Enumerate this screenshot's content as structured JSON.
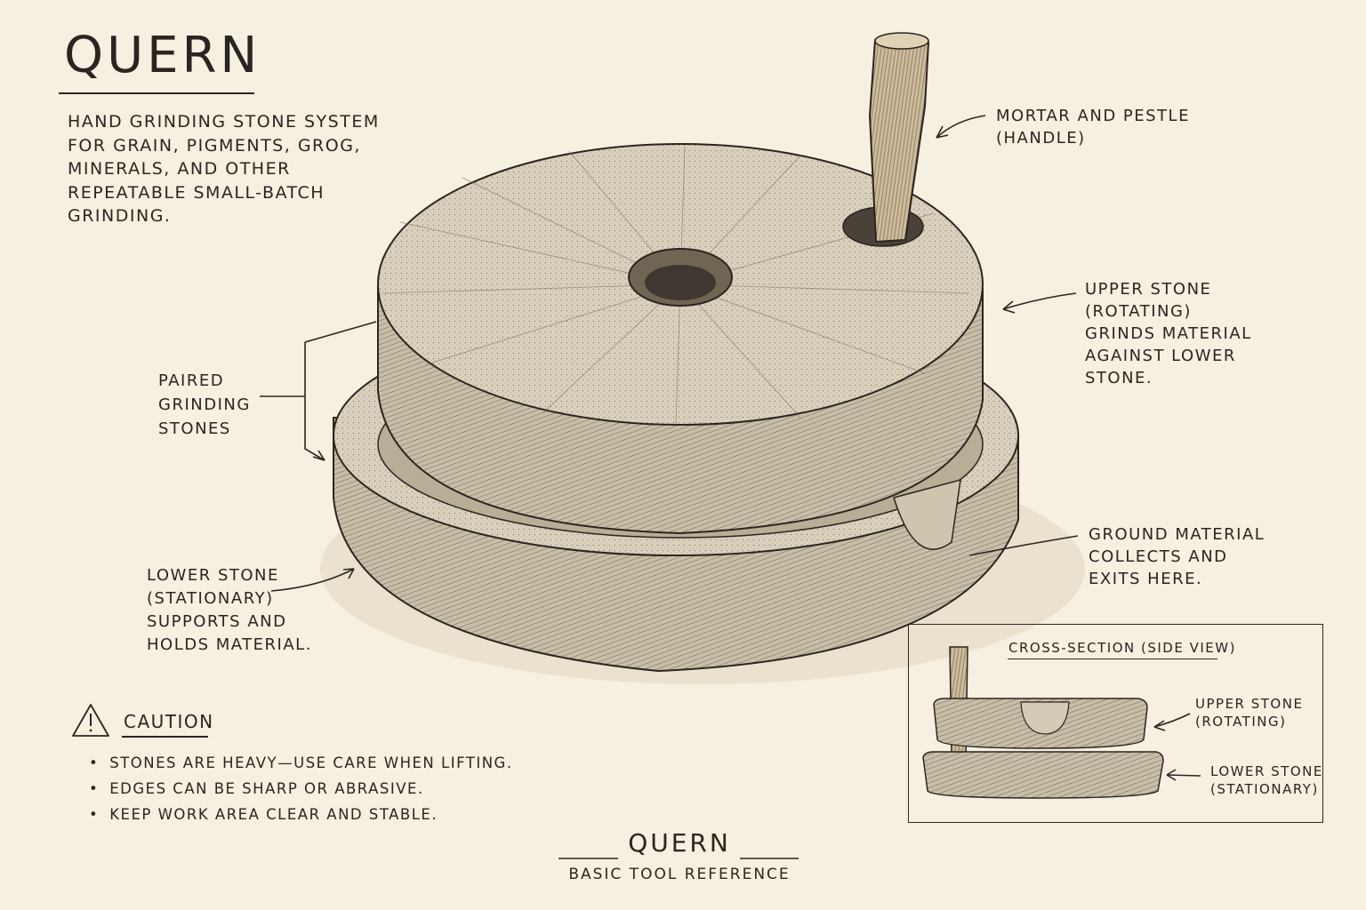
{
  "title": "QUERN",
  "intro_lines": [
    "HAND GRINDING STONE SYSTEM",
    "FOR GRAIN, PIGMENTS, GROG,",
    "MINERALS, AND OTHER",
    "REPEATABLE SMALL-BATCH",
    "GRINDING."
  ],
  "labels": {
    "handle": [
      "MORTAR AND PESTLE",
      "(HANDLE)"
    ],
    "upper_stone": [
      "UPPER STONE",
      "(ROTATING)",
      "GRINDS MATERIAL",
      "AGAINST LOWER",
      "STONE."
    ],
    "paired": [
      "PAIRED",
      "GRINDING",
      "STONES"
    ],
    "ground_material": [
      "GROUND MATERIAL",
      "COLLECTS AND",
      "EXITS HERE."
    ],
    "lower_stone": [
      "LOWER STONE",
      "(STATIONARY)",
      "SUPPORTS AND",
      "HOLDS MATERIAL."
    ]
  },
  "caution": {
    "title": "CAUTION",
    "items": [
      "STONES ARE HEAVY—USE CARE WHEN LIFTING.",
      "EDGES CAN BE SHARP OR ABRASIVE.",
      "KEEP WORK AREA CLEAR AND STABLE."
    ]
  },
  "inset": {
    "title": "CROSS-SECTION (SIDE VIEW)",
    "upper_label": [
      "UPPER STONE",
      "(ROTATING)"
    ],
    "lower_label": [
      "LOWER STONE",
      "(STATIONARY)"
    ]
  },
  "footer": {
    "title": "QUERN",
    "subtitle": "BASIC TOOL REFERENCE"
  },
  "colors": {
    "paper": "#f6f0e1",
    "ink": "#2a2520",
    "stone": "#d9d0bd",
    "stone_shade": "#b5aa93",
    "wood": "#c9b89a"
  }
}
